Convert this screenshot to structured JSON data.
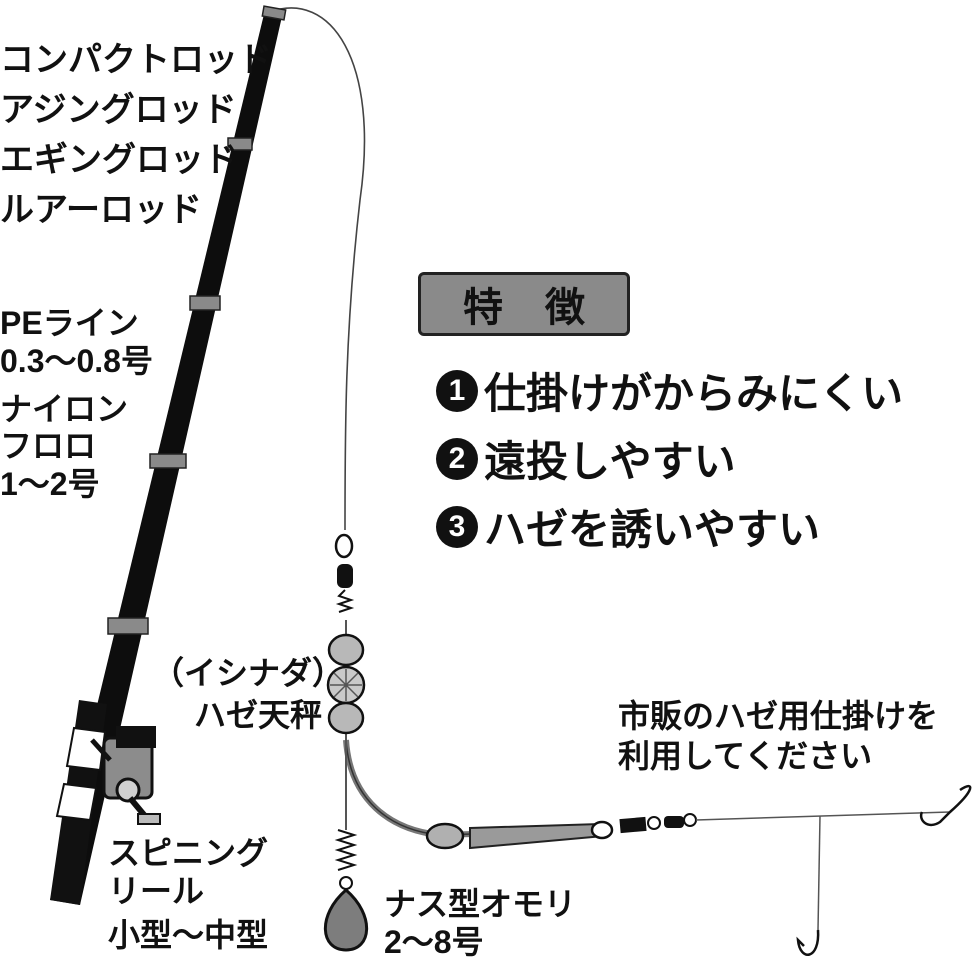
{
  "rod_labels": [
    "コンパクトロッド",
    "アジングロッド",
    "エギングロッド",
    "ルアーロッド"
  ],
  "line_labels": [
    "PEライン",
    "0.3〜0.8号",
    "ナイロン",
    "フロロ",
    "1〜2号"
  ],
  "tenbin_labels": [
    "（イシナダ）",
    "ハゼ天秤"
  ],
  "reel_labels": [
    "スピニング",
    "リール",
    "小型〜中型"
  ],
  "sinker_labels": [
    "ナス型オモリ",
    "2〜8号"
  ],
  "rig_note": [
    "市販のハゼ用仕掛けを",
    "利用してください"
  ],
  "features": {
    "heading": "特徴",
    "items": [
      {
        "num": "1",
        "text": "仕掛けがからみにくい"
      },
      {
        "num": "2",
        "text": "遠投しやすい"
      },
      {
        "num": "3",
        "text": "ハゼを誘いやすい"
      }
    ]
  },
  "icons": [
    "fishing-rod-icon",
    "spinning-reel-icon",
    "swivel-icon",
    "beads-icon",
    "sinker-icon",
    "hook-icon"
  ],
  "colors": {
    "rod": "#0d0d0d",
    "guide": "#7a7a7a",
    "badge": "#8a8a8a",
    "line": "#555555"
  }
}
